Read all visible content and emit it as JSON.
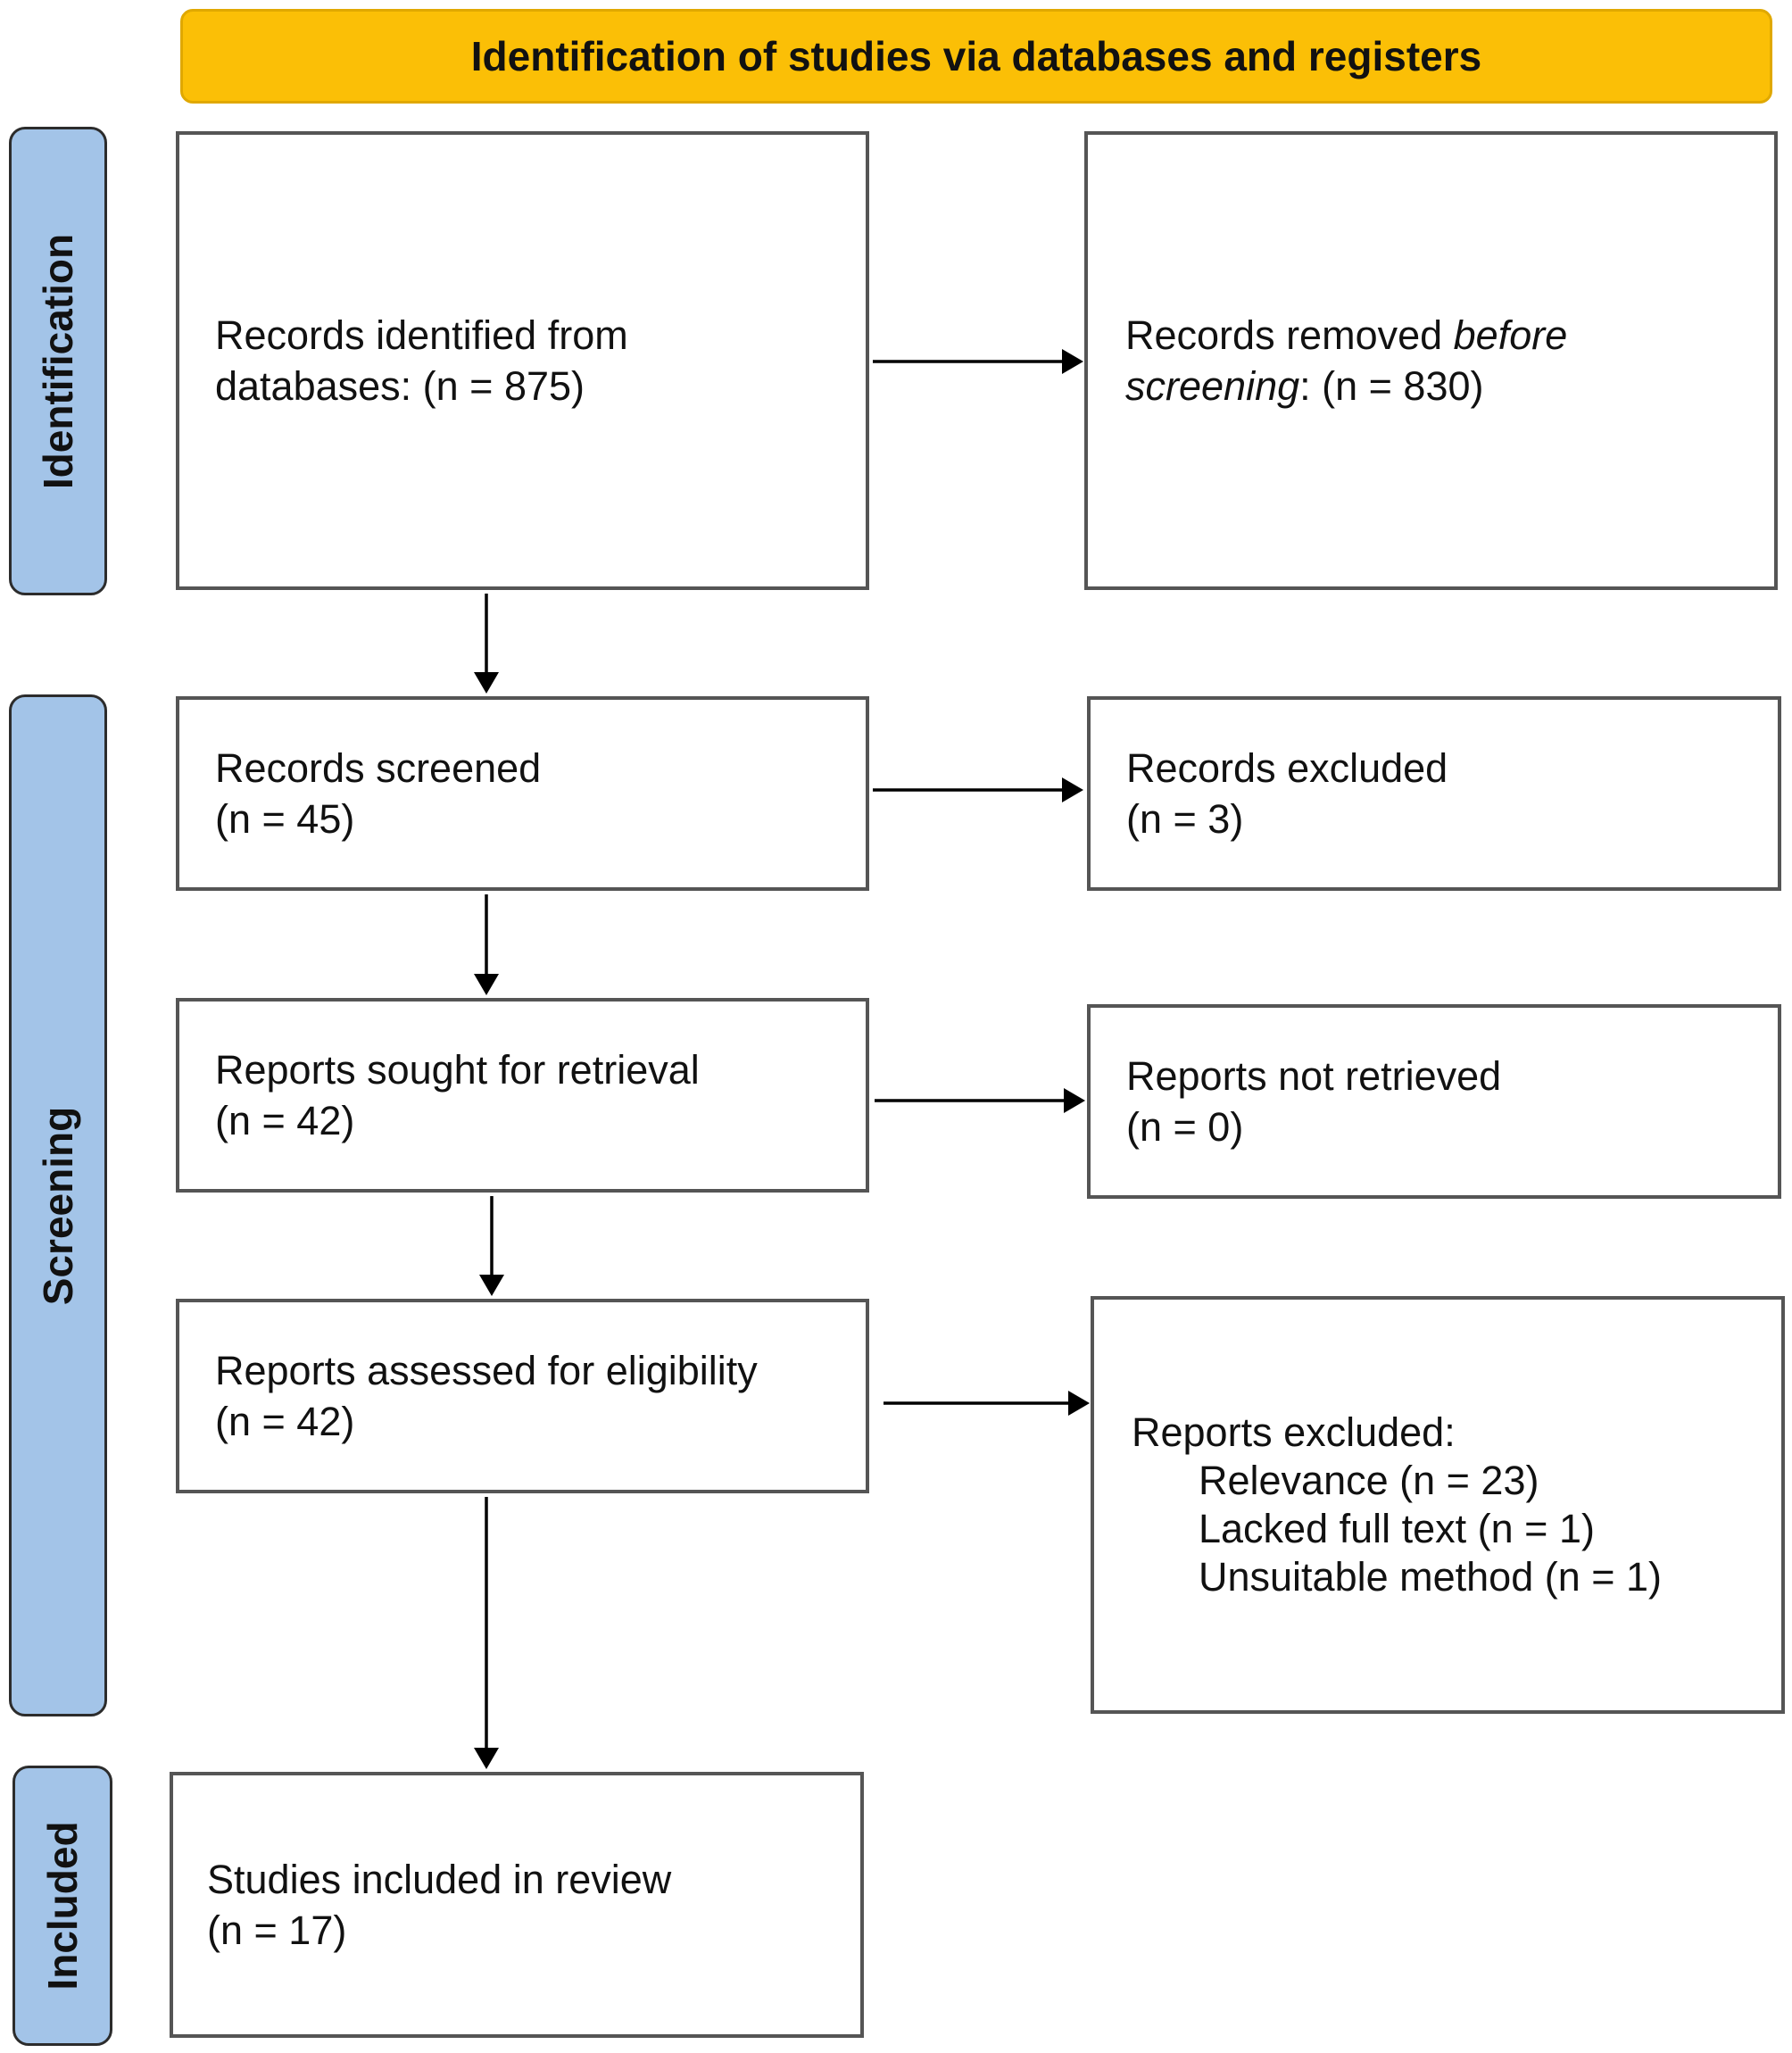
{
  "header": {
    "title": "Identification of studies via databases and registers"
  },
  "phases": {
    "identification": "Identification",
    "screening": "Screening",
    "included": "Included"
  },
  "boxes": {
    "identified": {
      "line1": "Records identified from",
      "line2": "databases: (n = 875)"
    },
    "removed": {
      "prefix": "Records removed ",
      "italic1": "before",
      "italic2": "screening",
      "suffix": ": (n = 830)"
    },
    "screened": {
      "line1": "Records screened",
      "line2": "(n = 45)"
    },
    "excluded": {
      "line1": "Records excluded",
      "line2": "(n = 3)"
    },
    "sought": {
      "line1": "Reports sought for retrieval",
      "line2": "(n = 42)"
    },
    "not_retrieved": {
      "line1": "Reports not retrieved",
      "line2": "(n = 0)"
    },
    "assessed": {
      "line1": "Reports assessed for eligibility",
      "line2": "(n = 42)"
    },
    "reports_excluded": {
      "title": "Reports excluded:",
      "reasons": [
        "Relevance (n = 23)",
        "Lacked full text (n = 1)",
        "Unsuitable method (n = 1)"
      ]
    },
    "included": {
      "line1": "Studies included in review",
      "line2": "(n = 17)"
    }
  },
  "colors": {
    "header": "#fbbf06",
    "phase": "#a3c4e8",
    "border": "#555555"
  }
}
